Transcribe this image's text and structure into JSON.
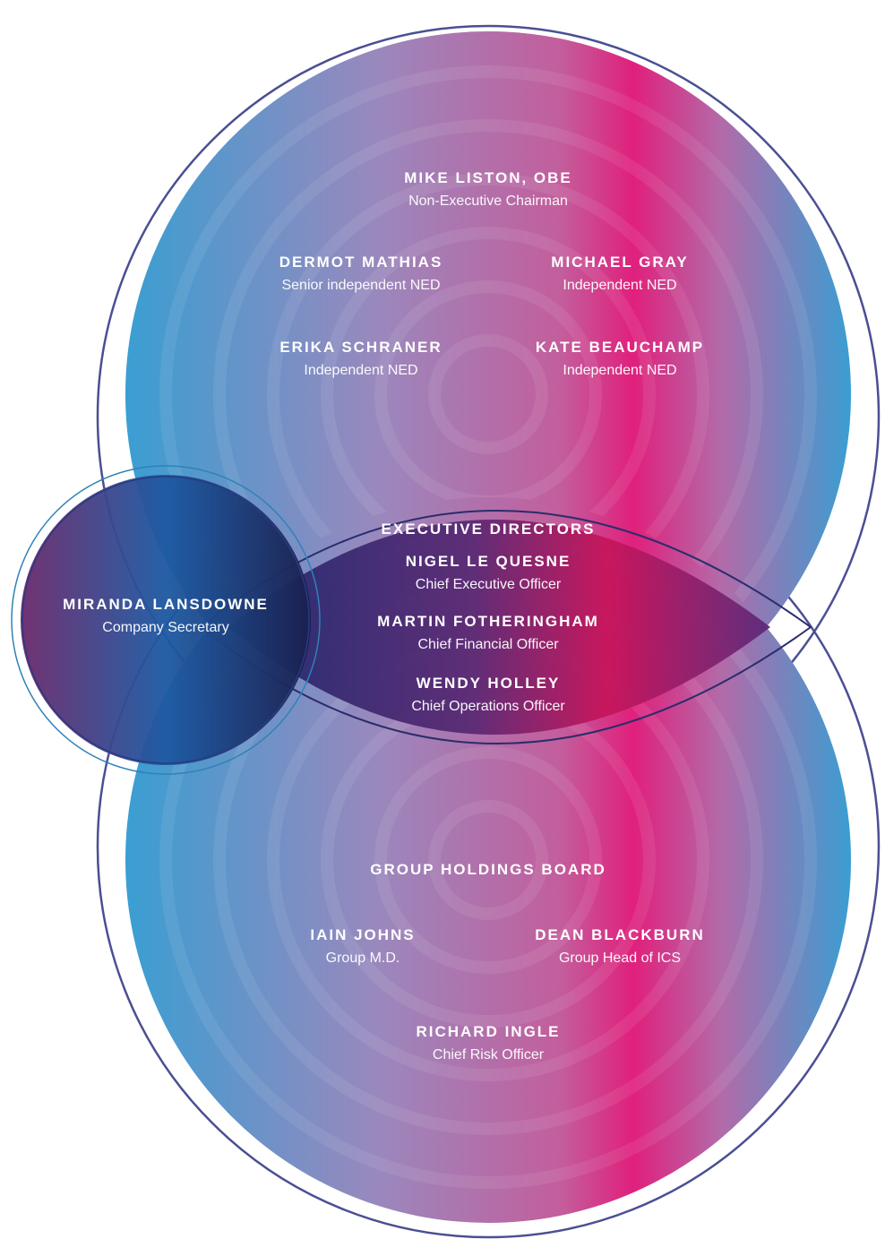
{
  "colors": {
    "blue": "#3a9ed2",
    "lilac": "#9a88bd",
    "pink": "#e0207c",
    "dark_navy": "#1d1f4e",
    "plum": "#5b2456",
    "deep_blue": "#1b3f8a",
    "magenta": "#c8155b",
    "outline_blue": "#2e82b8",
    "outline_purple": "#5d2b6b"
  },
  "board": {
    "chairman": {
      "name": "MIKE LISTON, OBE",
      "role": "Non-Executive Chairman"
    },
    "members": [
      {
        "name": "DERMOT MATHIAS",
        "role": "Senior independent NED"
      },
      {
        "name": "MICHAEL GRAY",
        "role": "Independent NED"
      },
      {
        "name": "ERIKA SCHRANER",
        "role": "Independent NED"
      },
      {
        "name": "KATE BEAUCHAMP",
        "role": "Independent NED"
      }
    ]
  },
  "secretary": {
    "name": "MIRANDA LANSDOWNE",
    "role": "Company Secretary"
  },
  "executive": {
    "heading": "EXECUTIVE DIRECTORS",
    "members": [
      {
        "name": "NIGEL LE QUESNE",
        "role": "Chief Executive Officer"
      },
      {
        "name": "MARTIN FOTHERINGHAM",
        "role": "Chief Financial Officer"
      },
      {
        "name": "WENDY HOLLEY",
        "role": "Chief Operations Officer"
      }
    ]
  },
  "holdings": {
    "heading": "GROUP HOLDINGS BOARD",
    "members": [
      {
        "name": "IAIN JOHNS",
        "role": "Group M.D."
      },
      {
        "name": "DEAN BLACKBURN",
        "role": "Group Head of ICS"
      },
      {
        "name": "RICHARD INGLE",
        "role": "Chief Risk Officer"
      }
    ]
  }
}
